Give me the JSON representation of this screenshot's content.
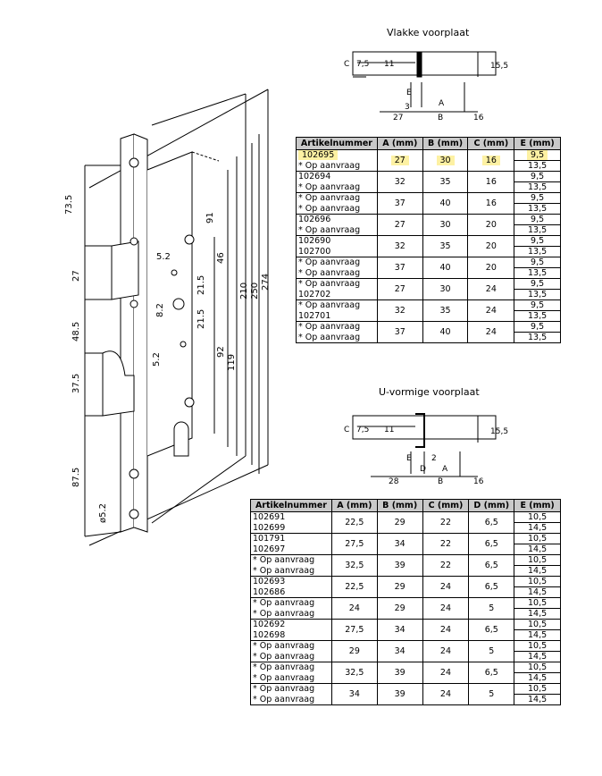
{
  "flat": {
    "title": "Vlakke voorplaat",
    "dims": {
      "c": "C",
      "c_val": "7,5",
      "eleven": "11",
      "e": "E",
      "three": "3",
      "a": "A",
      "b": "B",
      "twentyseven": "27",
      "sixteen": "16",
      "fifteen_five": "15,5"
    },
    "headers": [
      "Artikelnummer",
      "A (mm)",
      "B (mm)",
      "C (mm)",
      "E (mm)"
    ],
    "groups": [
      {
        "articles": [
          "102695",
          "* Op aanvraag"
        ],
        "a": "27",
        "b": "30",
        "c": "16",
        "e": [
          "9,5",
          "13,5"
        ],
        "highlight": true
      },
      {
        "articles": [
          "102694",
          "* Op aanvraag"
        ],
        "a": "32",
        "b": "35",
        "c": "16",
        "e": [
          "9,5",
          "13,5"
        ]
      },
      {
        "articles": [
          "* Op aanvraag",
          "* Op aanvraag"
        ],
        "a": "37",
        "b": "40",
        "c": "16",
        "e": [
          "9,5",
          "13,5"
        ]
      },
      {
        "articles": [
          "102696",
          "* Op aanvraag"
        ],
        "a": "27",
        "b": "30",
        "c": "20",
        "e": [
          "9,5",
          "13,5"
        ]
      },
      {
        "articles": [
          "102690",
          "102700"
        ],
        "a": "32",
        "b": "35",
        "c": "20",
        "e": [
          "9,5",
          "13,5"
        ]
      },
      {
        "articles": [
          "* Op aanvraag",
          "* Op aanvraag"
        ],
        "a": "37",
        "b": "40",
        "c": "20",
        "e": [
          "9,5",
          "13,5"
        ]
      },
      {
        "articles": [
          "* Op aanvraag",
          "102702"
        ],
        "a": "27",
        "b": "30",
        "c": "24",
        "e": [
          "9,5",
          "13,5"
        ]
      },
      {
        "articles": [
          "* Op aanvraag",
          "102701"
        ],
        "a": "32",
        "b": "35",
        "c": "24",
        "e": [
          "9,5",
          "13,5"
        ]
      },
      {
        "articles": [
          "* Op aanvraag",
          "* Op aanvraag"
        ],
        "a": "37",
        "b": "40",
        "c": "24",
        "e": [
          "9,5",
          "13,5"
        ]
      }
    ]
  },
  "u": {
    "title": "U-vormige voorplaat",
    "dims": {
      "c": "C",
      "c_val": "7,5",
      "eleven": "11",
      "e": "E",
      "two": "2",
      "d": "D",
      "a": "A",
      "b": "B",
      "twentyeight": "28",
      "sixteen": "16",
      "fifteen_five": "15,5"
    },
    "headers": [
      "Artikelnummer",
      "A (mm)",
      "B (mm)",
      "C (mm)",
      "D (mm)",
      "E (mm)"
    ],
    "groups": [
      {
        "articles": [
          "102691",
          "102699"
        ],
        "a": "22,5",
        "b": "29",
        "c": "22",
        "d": "6,5",
        "e": [
          "10,5",
          "14,5"
        ]
      },
      {
        "articles": [
          "101791",
          "102697"
        ],
        "a": "27,5",
        "b": "34",
        "c": "22",
        "d": "6,5",
        "e": [
          "10,5",
          "14,5"
        ]
      },
      {
        "articles": [
          "* Op aanvraag",
          "* Op aanvraag"
        ],
        "a": "32,5",
        "b": "39",
        "c": "22",
        "d": "6,5",
        "e": [
          "10,5",
          "14,5"
        ]
      },
      {
        "articles": [
          "102693",
          "102686"
        ],
        "a": "22,5",
        "b": "29",
        "c": "24",
        "d": "6,5",
        "e": [
          "10,5",
          "14,5"
        ]
      },
      {
        "articles": [
          "* Op aanvraag",
          "* Op aanvraag"
        ],
        "a": "24",
        "b": "29",
        "c": "24",
        "d": "5",
        "e": [
          "10,5",
          "14,5"
        ]
      },
      {
        "articles": [
          "102692",
          "102698"
        ],
        "a": "27,5",
        "b": "34",
        "c": "24",
        "d": "6,5",
        "e": [
          "10,5",
          "14,5"
        ]
      },
      {
        "articles": [
          "* Op aanvraag",
          "* Op aanvraag"
        ],
        "a": "29",
        "b": "34",
        "c": "24",
        "d": "5",
        "e": [
          "10,5",
          "14,5"
        ]
      },
      {
        "articles": [
          "* Op aanvraag",
          "* Op aanvraag"
        ],
        "a": "32,5",
        "b": "39",
        "c": "24",
        "d": "6,5",
        "e": [
          "10,5",
          "14,5"
        ]
      },
      {
        "articles": [
          "* Op aanvraag",
          "* Op aanvraag"
        ],
        "a": "34",
        "b": "39",
        "c": "24",
        "d": "5",
        "e": [
          "10,5",
          "14,5"
        ]
      }
    ]
  },
  "lock": {
    "dims": [
      "73.5",
      "27",
      "48.5",
      "37.5",
      "87.5",
      "ø5.2",
      "5.2",
      "21.5",
      "8.2",
      "21.5",
      "5.2",
      "46",
      "91",
      "92",
      "119",
      "210",
      "250",
      "274"
    ]
  }
}
